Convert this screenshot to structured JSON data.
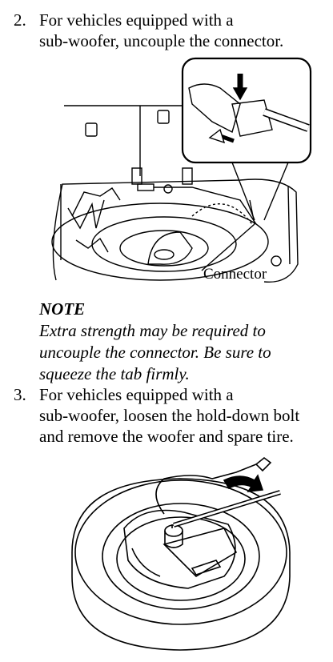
{
  "step2": {
    "number": "2.",
    "lines": [
      "For vehicles equipped with a",
      "sub-woofer, uncouple the connector."
    ]
  },
  "figure1": {
    "callout": "Connector"
  },
  "note": {
    "heading": "NOTE",
    "lines": [
      "Extra strength may be required to",
      "uncouple the connector. Be sure to",
      "squeeze the tab firmly."
    ]
  },
  "step3": {
    "number": "3.",
    "lines": [
      "For vehicles equipped with a",
      "sub-woofer, loosen the hold-down bolt",
      "and remove the woofer and spare tire."
    ]
  }
}
